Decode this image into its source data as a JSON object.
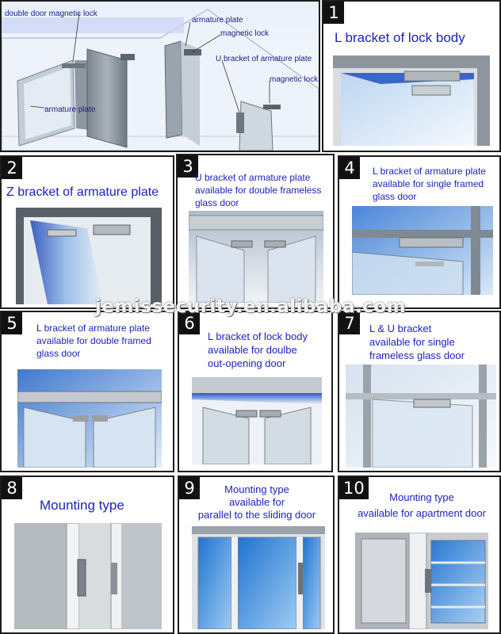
{
  "hero": {
    "labels": {
      "double_door_magnetic_lock": "double door magnetic lock",
      "armature_plate_top": "armature plate",
      "magnetic_lock_top": "magnetic lock",
      "u_bracket": "U bracket of armature plate",
      "magnetic_lock_right": "magnetic lock",
      "armature_plate_left": "armature plate"
    }
  },
  "panels": [
    {
      "number": "1",
      "lines": [
        "L bracket of lock body"
      ]
    },
    {
      "number": "2",
      "lines": [
        "Z bracket of armature plate"
      ]
    },
    {
      "number": "3",
      "lines": [
        "U bracket of armature plate",
        "available for double frameless",
        "glass door"
      ]
    },
    {
      "number": "4",
      "lines": [
        "L bracket of armature plate",
        "available for single framed",
        "glass door"
      ]
    },
    {
      "number": "5",
      "lines": [
        "L bracket of armature plate",
        "available for double framed",
        "glass door"
      ]
    },
    {
      "number": "6",
      "lines": [
        "L bracket of lock body",
        "available for doulbe",
        "out-opening door"
      ]
    },
    {
      "number": "7",
      "lines": [
        "L & U bracket",
        "available for single",
        "frameless glass door"
      ]
    },
    {
      "number": "8",
      "lines": [
        "Mounting type"
      ]
    },
    {
      "number": "9",
      "lines": [
        "Mounting type",
        "available for",
        "parallel to the sliding door"
      ]
    },
    {
      "number": "10",
      "lines": [
        "Mounting type",
        "available for apartment door"
      ]
    }
  ],
  "watermark": "jemissecurity.en.alibaba.com",
  "colors": {
    "caption": "#1a1fbf",
    "number_bg": "#111111",
    "glass": "#7fb3e6",
    "frame": "#8a8f96"
  }
}
